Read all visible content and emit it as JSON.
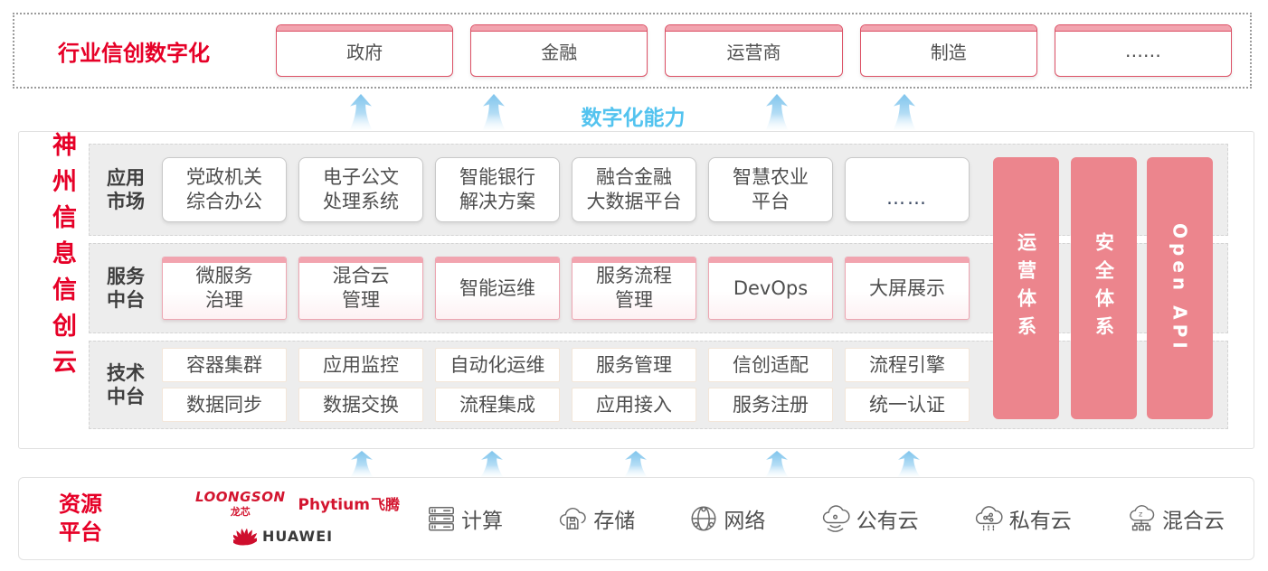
{
  "top_banner": {
    "label": "行业信创数字化",
    "boxes": [
      "政府",
      "金融",
      "运营商",
      "制造",
      "……"
    ]
  },
  "capability_label": "数字化能力",
  "main": {
    "vertical_title": "神州信息信创云",
    "rows": [
      {
        "label": "应用\n市场",
        "boxes": [
          "党政机关\n综合办公",
          "电子公文\n处理系统",
          "智能银行\n解决方案",
          "融合金融\n大数据平台",
          "智慧农业\n平台",
          "……"
        ]
      },
      {
        "label": "服务\n中台",
        "boxes": [
          "微服务\n治理",
          "混合云\n管理",
          "智能运维",
          "服务流程\n管理",
          "DevOps",
          "大屏展示"
        ]
      },
      {
        "label": "技术\n中台",
        "boxes_top": [
          "容器集群",
          "应用监控",
          "自动化运维",
          "服务管理",
          "信创适配",
          "流程引擎"
        ],
        "boxes_bottom": [
          "数据同步",
          "数据交换",
          "流程集成",
          "应用接入",
          "服务注册",
          "统一认证"
        ]
      }
    ],
    "side_bars": [
      "运营体系",
      "安全体系",
      "Open API"
    ]
  },
  "resource": {
    "label": "资源\n平台",
    "vendors": [
      {
        "name": "LOONGSON",
        "sub": "龙芯"
      },
      {
        "name": "Phytium",
        "sub": "飞腾"
      },
      {
        "name": "HUAWEI",
        "sub": ""
      }
    ],
    "items": [
      {
        "icon": "compute-icon",
        "label": "计算"
      },
      {
        "icon": "storage-icon",
        "label": "存储"
      },
      {
        "icon": "network-icon",
        "label": "网络"
      },
      {
        "icon": "public-cloud-icon",
        "label": "公有云"
      },
      {
        "icon": "private-cloud-icon",
        "label": "私有云"
      },
      {
        "icon": "hybrid-cloud-icon",
        "label": "混合云"
      }
    ]
  },
  "colors": {
    "accent_red": "#E60027",
    "bar_pink": "#EC858D",
    "cap_pink": "#F2A4AF",
    "capability_blue": "#53C3EF",
    "logo_red": "#D3152F"
  }
}
